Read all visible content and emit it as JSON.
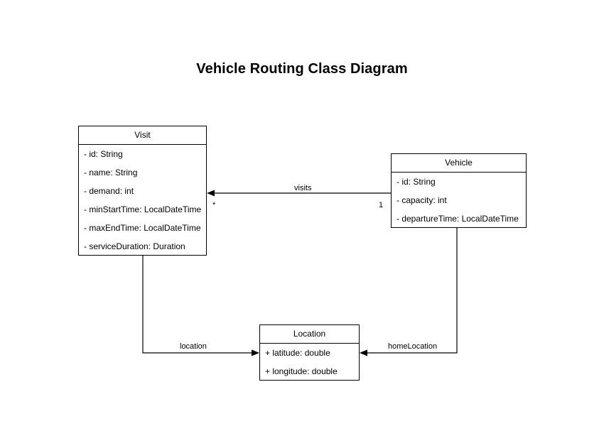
{
  "diagram": {
    "title": "Vehicle Routing Class Diagram",
    "type": "uml-class-diagram",
    "background_color": "#ffffff",
    "line_color": "#000000",
    "text_color": "#000000"
  },
  "classes": [
    {
      "name": "Visit",
      "attributes": [
        "- id: String",
        "- name: String",
        "- demand: int",
        "- minStartTime: LocalDateTime",
        "- maxEndTime: LocalDateTime",
        "- serviceDuration: Duration"
      ]
    },
    {
      "name": "Vehicle",
      "attributes": [
        "- id: String",
        "- capacity: int",
        "- departureTime: LocalDateTime"
      ]
    },
    {
      "name": "Location",
      "attributes": [
        "+ latitude: double",
        "+ longitude: double"
      ]
    }
  ],
  "relationships": [
    {
      "label": "visits",
      "source": "Vehicle",
      "target": "Visit",
      "source_multiplicity": "1",
      "target_multiplicity": "*"
    },
    {
      "label": "location",
      "source": "Visit",
      "target": "Location",
      "source_multiplicity": "",
      "target_multiplicity": ""
    },
    {
      "label": "homeLocation",
      "source": "Vehicle",
      "target": "Location",
      "source_multiplicity": "",
      "target_multiplicity": ""
    }
  ]
}
